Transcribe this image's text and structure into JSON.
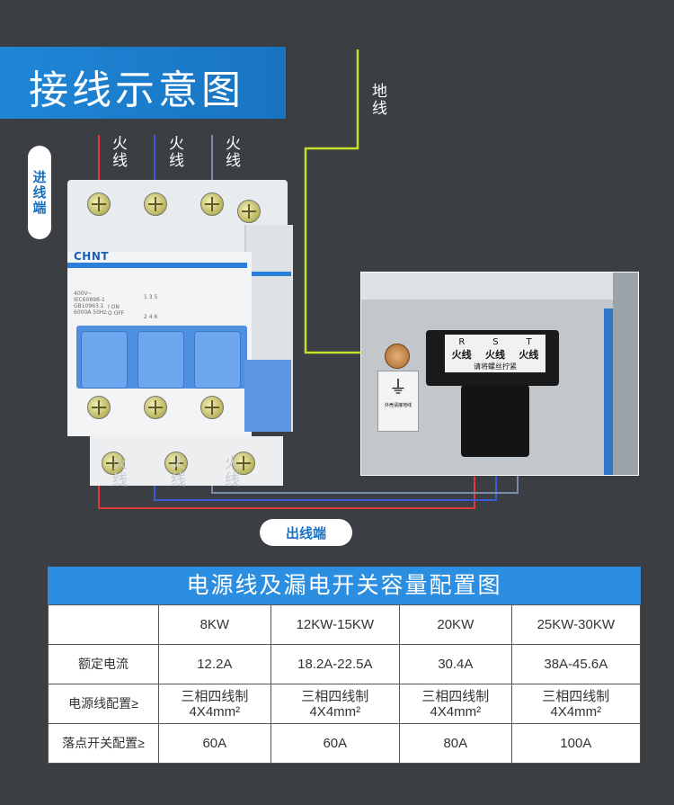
{
  "title": "接线示意图",
  "labels": {
    "incoming_end": "进线端",
    "outgoing_end": "出线端",
    "ground_wire": "地线",
    "live_wire": "火线",
    "brand": "CHNT"
  },
  "breaker_specs": {
    "spec_lines": [
      "400V~",
      "IEC60898-1",
      "GB10963.1",
      "6000A 50Hz"
    ],
    "on": "I ON",
    "off": "O OFF",
    "terminals_top": "1  3  5",
    "terminals_bottom": "2  4  6"
  },
  "terminal_box": {
    "phases": [
      "R",
      "S",
      "T"
    ],
    "labels": [
      "火线",
      "火线",
      "火线"
    ],
    "note": "请将螺丝拧紧",
    "ground_note": "外壳请接地线"
  },
  "table": {
    "title": "电源线及漏电开关容量配置图",
    "columns": [
      "",
      "8KW",
      "12KW-15KW",
      "20KW",
      "25KW-30KW"
    ],
    "rows": [
      {
        "label": "额定电流",
        "values": [
          "12.2A",
          "18.2A-22.5A",
          "30.4A",
          "38A-45.6A"
        ]
      },
      {
        "label": "电源线配置≥",
        "values": [
          "三相四线制\n4X4mm²",
          "三相四线制\n4X4mm²",
          "三相四线制\n4X4mm²",
          "三相四线制\n4X4mm²"
        ]
      },
      {
        "label": "落点开关配置≥",
        "values": [
          "60A",
          "60A",
          "80A",
          "100A"
        ]
      }
    ]
  },
  "colors": {
    "background": "#3b3f43",
    "accent_blue": "#1f86d6",
    "wire_red": "#e23a3a",
    "wire_blue": "#3a5bd8",
    "wire_yellow_green": "#c6e02a"
  }
}
